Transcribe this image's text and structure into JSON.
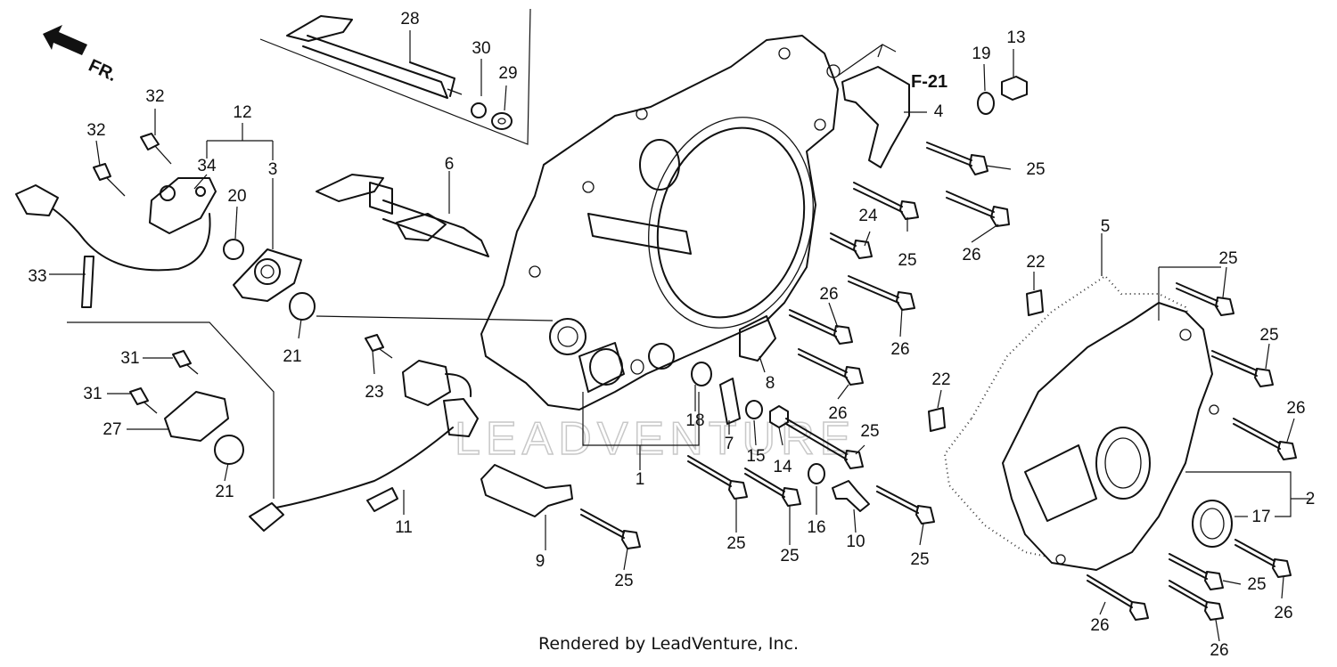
{
  "direction_marker": {
    "label": "FR.",
    "icon": "arrow-icon"
  },
  "reference_label": "F-21",
  "watermark": "LEADVENTURE",
  "footer": "Rendered by LeadVenture, Inc.",
  "callouts": {
    "c1": "1",
    "c2": "2",
    "c3": "3",
    "c4": "4",
    "c5": "5",
    "c6": "6",
    "c7": "7",
    "c8": "8",
    "c9": "9",
    "c10": "10",
    "c11": "11",
    "c12": "12",
    "c13": "13",
    "c14": "14",
    "c15": "15",
    "c16": "16",
    "c17": "17",
    "c18": "18",
    "c19": "19",
    "c20": "20",
    "c21": "21",
    "c22": "22",
    "c23": "23",
    "c24": "24",
    "c25": "25",
    "c26": "26",
    "c27": "27",
    "c28": "28",
    "c29": "29",
    "c30": "30",
    "c31": "31",
    "c32": "32",
    "c33": "33",
    "c34": "34"
  }
}
